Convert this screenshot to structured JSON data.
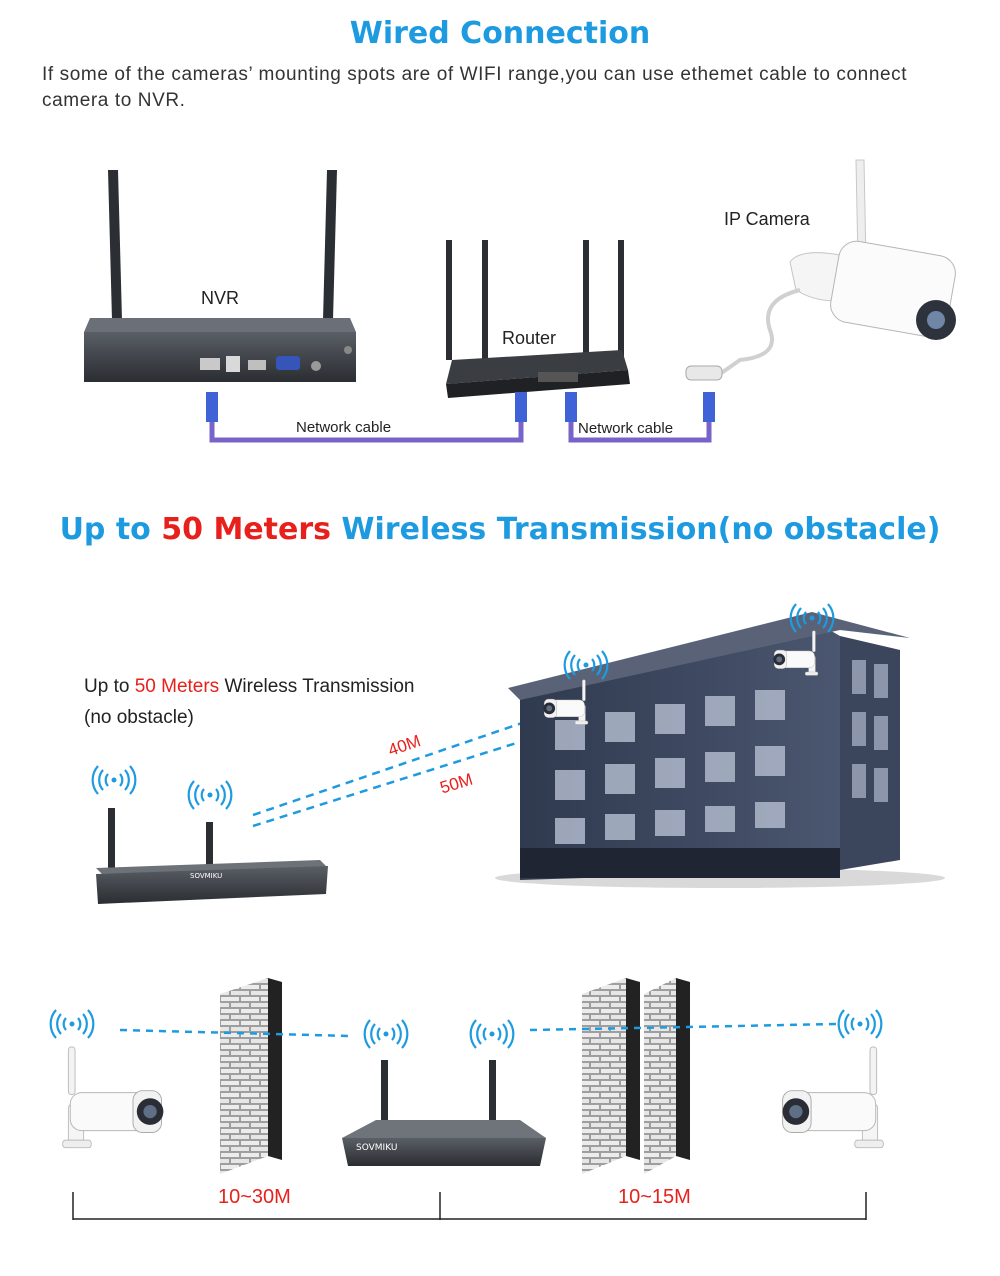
{
  "section1": {
    "title": "Wired Connection",
    "description": "If some of the cameras’ mounting spots are of WIFI range,you can use ethemet cable to connect camera to NVR.",
    "labels": {
      "nvr": "NVR",
      "router": "Router",
      "camera": "IP Camera",
      "cable1": "Network cable",
      "cable2": "Network cable"
    }
  },
  "section2": {
    "title_pre": "Up to ",
    "title_highlight": "50 Meters",
    "title_post": " Wireless Transmission(no obstacle)",
    "caption_pre": "Up to ",
    "caption_highlight": "50 Meters",
    "caption_post": " Wireless Transmission",
    "caption_line2": "(no obstacle)",
    "distance_a": "40M",
    "distance_b": "50M"
  },
  "section3": {
    "range_left": "10~30M",
    "range_right": "10~15M"
  },
  "colors": {
    "accent": "#1e9be0",
    "highlight": "#e8201c",
    "cable": "#6a5acd"
  }
}
